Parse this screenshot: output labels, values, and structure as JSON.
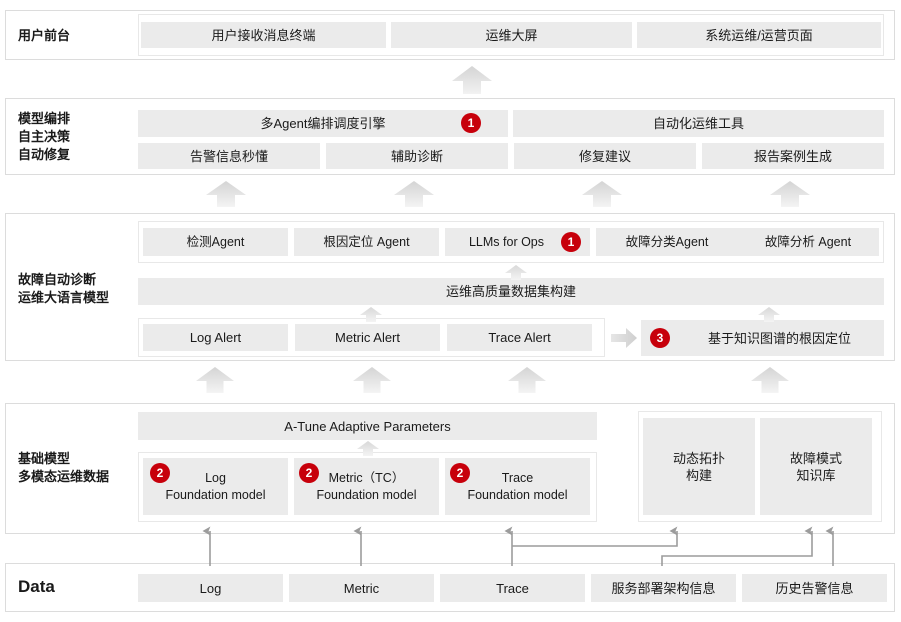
{
  "diagram": {
    "title": "AIOps layered architecture",
    "accent_color": "#c7000b",
    "box_fill": "#ebebeb",
    "panel_border": "#dcdcdc"
  },
  "layers": [
    {
      "id": "user-frontend",
      "label_lines": [
        "用户前台"
      ],
      "boxes": [
        {
          "label": "用户接收消息终端"
        },
        {
          "label": "运维大屏"
        },
        {
          "label": "系统运维/运营页面"
        }
      ]
    },
    {
      "id": "model-orchestration",
      "label_lines": [
        "模型编排",
        "自主决策",
        "自动修复"
      ],
      "row1": [
        {
          "label": "多Agent编排调度引擎",
          "badge": "1"
        },
        {
          "label": "自动化运维工具"
        }
      ],
      "row2": [
        {
          "label": "告警信息秒懂"
        },
        {
          "label": "辅助诊断"
        },
        {
          "label": "修复建议"
        },
        {
          "label": "报告案例生成"
        }
      ]
    },
    {
      "id": "fault-diagnosis",
      "label_lines": [
        "故障自动诊断",
        "运维大语言模型"
      ],
      "agents": [
        {
          "label": "检测Agent"
        },
        {
          "label": "根因定位 Agent"
        },
        {
          "label": "LLMs for Ops",
          "badge": "1"
        },
        {
          "label": "故障分类Agent"
        },
        {
          "label": "故障分析 Agent"
        }
      ],
      "dataset": {
        "label": "运维高质量数据集构建"
      },
      "alerts": [
        {
          "label": "Log Alert"
        },
        {
          "label": "Metric Alert"
        },
        {
          "label": "Trace Alert"
        }
      ],
      "kg": {
        "label": "基于知识图谱的根因定位",
        "badge": "3"
      }
    },
    {
      "id": "foundation-models",
      "label_lines": [
        "基础模型",
        "多模态运维数据"
      ],
      "atune": {
        "label": "A-Tune Adaptive Parameters"
      },
      "models": [
        {
          "line1": "Log",
          "line2": "Foundation model",
          "badge": "2"
        },
        {
          "line1": "Metric（TC）",
          "line2": "Foundation model",
          "badge": "2"
        },
        {
          "line1": "Trace",
          "line2": "Foundation model",
          "badge": "2"
        }
      ],
      "side": [
        {
          "line1": "动态拓扑",
          "line2": "构建"
        },
        {
          "line1": "故障模式",
          "line2": "知识库"
        }
      ]
    },
    {
      "id": "data",
      "label_lines": [
        "Data"
      ],
      "boxes": [
        {
          "label": "Log"
        },
        {
          "label": "Metric"
        },
        {
          "label": "Trace"
        },
        {
          "label": "服务部署架构信息"
        },
        {
          "label": "历史告警信息"
        }
      ]
    }
  ]
}
